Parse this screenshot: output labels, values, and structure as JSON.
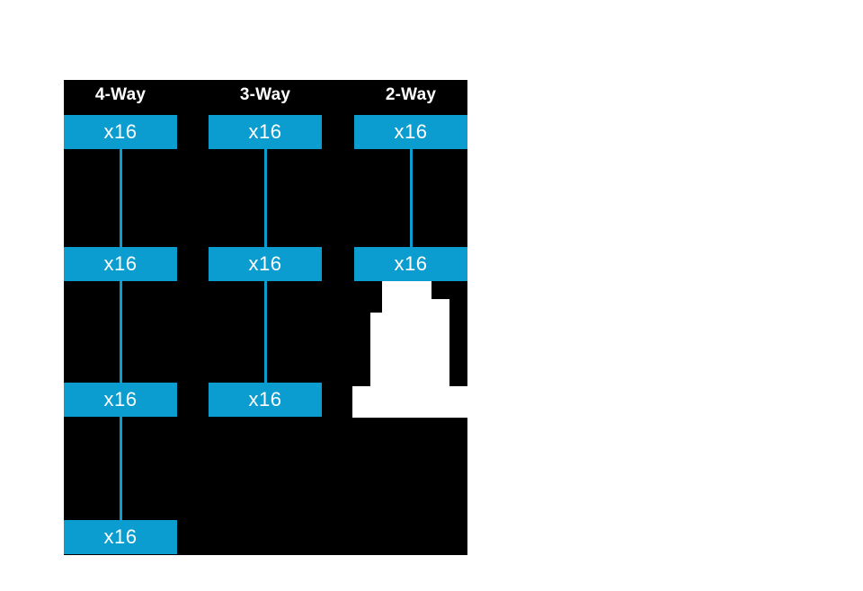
{
  "diagram": {
    "title": "",
    "background_color": "#ffffff",
    "panel_color": "#000000",
    "accent_color": "#0b9dd0",
    "text_color": "#ffffff",
    "columns": [
      {
        "id": "col-4way",
        "header": "4-Way",
        "block_count": 4,
        "blocks": [
          {
            "label": "x16"
          },
          {
            "label": "x16"
          },
          {
            "label": "x16"
          },
          {
            "label": "x16"
          }
        ]
      },
      {
        "id": "col-3way",
        "header": "3-Way",
        "block_count": 3,
        "blocks": [
          {
            "label": "x16"
          },
          {
            "label": "x16"
          },
          {
            "label": "x16"
          }
        ]
      },
      {
        "id": "col-2way",
        "header": "2-Way",
        "block_count": 2,
        "blocks": [
          {
            "label": "x16"
          },
          {
            "label": "x16"
          }
        ]
      }
    ],
    "overlay_glyph": {
      "character": "1",
      "color": "#ffffff"
    }
  }
}
